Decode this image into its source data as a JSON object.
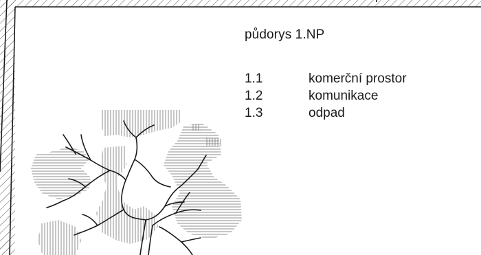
{
  "plan": {
    "title": "půdorys 1.NP",
    "legend": [
      {
        "number": "1.1",
        "label": "komerční prostor"
      },
      {
        "number": "1.2",
        "label": "komunikace"
      },
      {
        "number": "1.3",
        "label": "odpad"
      }
    ]
  },
  "colors": {
    "line": "#1a1a1a",
    "hatch": "#8c8c8c",
    "background": "#ffffff"
  }
}
